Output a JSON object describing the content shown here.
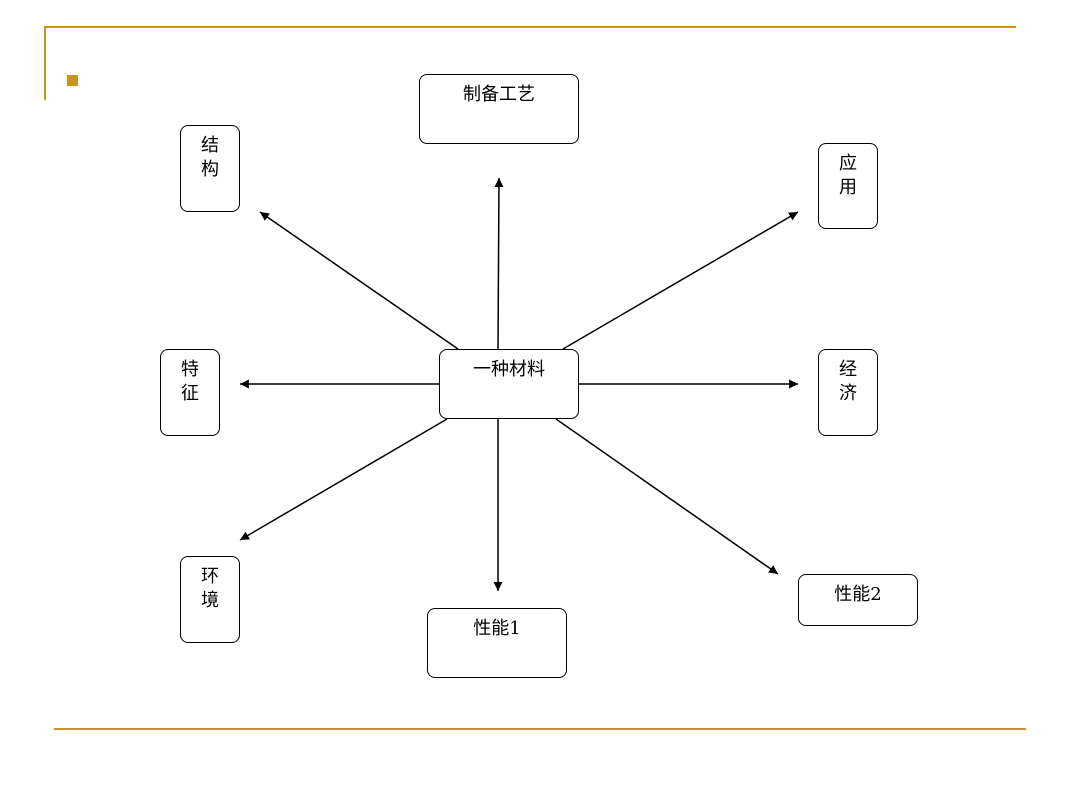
{
  "slide": {
    "accent_color": "#c8961e",
    "bullet_icon": "square-bullet"
  },
  "diagram": {
    "center": {
      "id": "center",
      "label": "一种材料"
    },
    "nodes": [
      {
        "id": "prep",
        "label": "制备工艺"
      },
      {
        "id": "structure",
        "label": "结构"
      },
      {
        "id": "application",
        "label": "应用"
      },
      {
        "id": "feature",
        "label": "特征"
      },
      {
        "id": "economy",
        "label": "经济"
      },
      {
        "id": "environment",
        "label": "环境"
      },
      {
        "id": "perf1",
        "label": "性能1"
      },
      {
        "id": "perf2",
        "label": "性能2"
      }
    ],
    "edges": [
      {
        "from": "center",
        "to": "prep"
      },
      {
        "from": "center",
        "to": "structure"
      },
      {
        "from": "center",
        "to": "application"
      },
      {
        "from": "center",
        "to": "feature"
      },
      {
        "from": "center",
        "to": "economy"
      },
      {
        "from": "center",
        "to": "environment"
      },
      {
        "from": "center",
        "to": "perf1"
      },
      {
        "from": "center",
        "to": "perf2"
      }
    ]
  }
}
